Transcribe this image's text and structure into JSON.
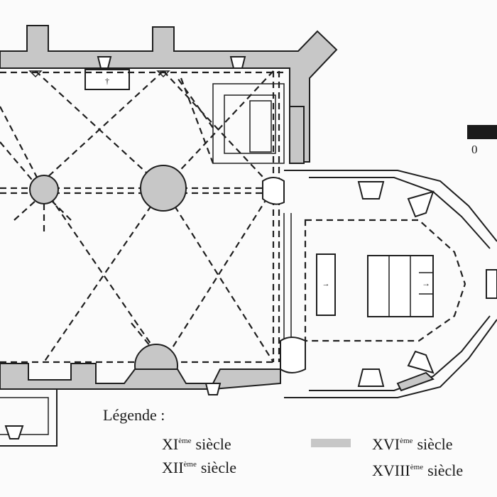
{
  "legend": {
    "title": "Légende :",
    "entries": [
      {
        "roman": "XI",
        "sup": "ème",
        "word": "siècle"
      },
      {
        "roman": "XII",
        "sup": "ème",
        "word": "siècle"
      },
      {
        "roman": "XVI",
        "sup": "ème",
        "word": "siècle"
      },
      {
        "roman": "XVIII",
        "sup": "ème",
        "word": "siècle"
      }
    ]
  },
  "scale": {
    "start_label": "0"
  },
  "colors": {
    "ink": "#1f1f1f",
    "xvi_fill": "#c7c7c7",
    "background": "#fbfbfb"
  }
}
